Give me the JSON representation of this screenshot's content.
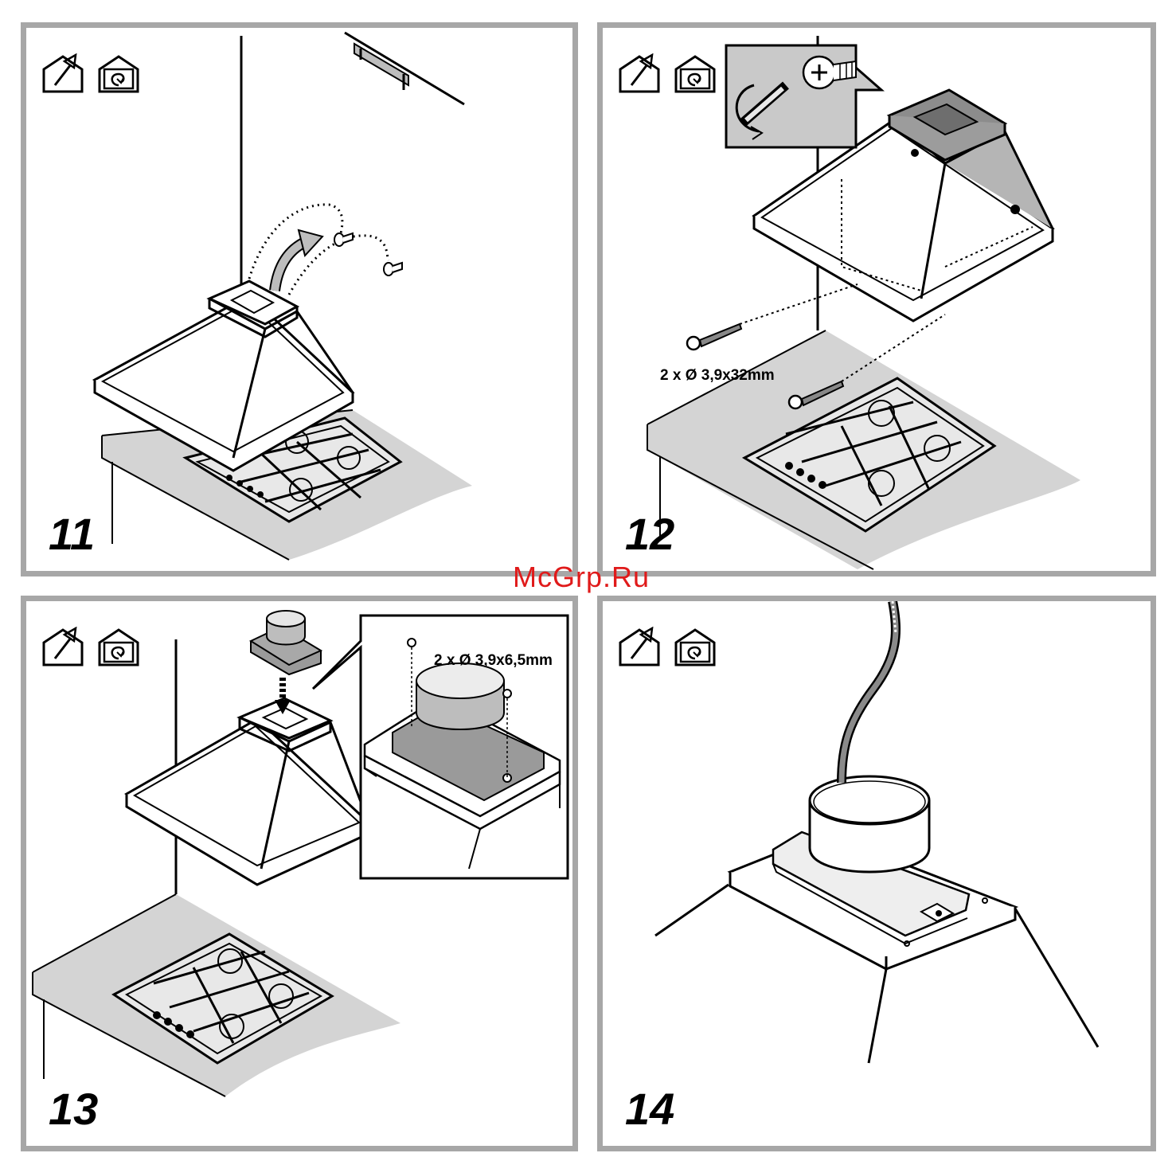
{
  "watermark": "McGrp.Ru",
  "icons": [
    "ducted-extraction-icon",
    "recirculation-icon"
  ],
  "panels": [
    {
      "step": "11"
    },
    {
      "step": "12",
      "screw_label": "2 x Ø 3,9x32mm"
    },
    {
      "step": "13",
      "screw_label": "2 x Ø 3,9x6,5mm"
    },
    {
      "step": "14"
    }
  ]
}
